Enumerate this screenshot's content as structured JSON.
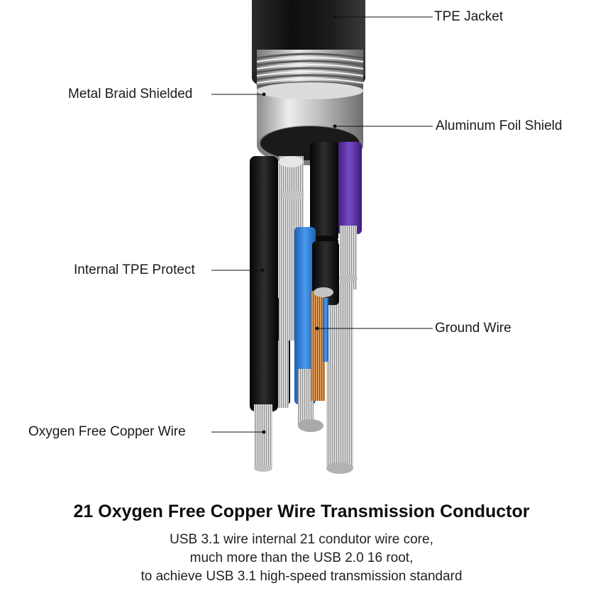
{
  "callouts": {
    "tpe_jacket": "TPE Jacket",
    "metal_braid": "Metal Braid Shielded",
    "aluminum_foil": "Aluminum Foil Shield",
    "internal_tpe": "Internal TPE Protect",
    "ground_wire": "Ground Wire",
    "copper_wire": "Oxygen Free Copper Wire"
  },
  "headline": "21 Oxygen Free Copper Wire Transmission Conductor",
  "description": {
    "line1": "USB 3.1 wire internal 21 condutor wire core,",
    "line2": "much more than the USB 2.0 16 root,",
    "line3": "to achieve USB 3.1 high-speed transmission standard"
  },
  "colors": {
    "jacket": "#161616",
    "braid": "#b8b8b8",
    "foil": "#c9c9c9",
    "insulation_black": "#141414",
    "insulation_purple": "#5a2ca0",
    "insulation_blue": "#2f7ed8",
    "copper": "#c8803a",
    "conductor_silver": "#d6d6d6"
  }
}
